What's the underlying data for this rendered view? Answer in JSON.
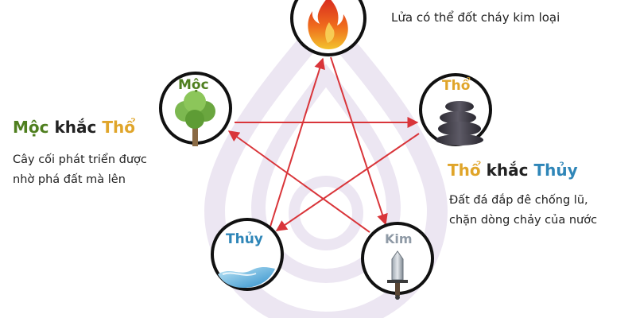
{
  "elements": [
    {
      "id": "fire",
      "label": "",
      "label_color": ""
    },
    {
      "id": "earth",
      "label": "Thổ",
      "label_color": "#e0a52a"
    },
    {
      "id": "metal",
      "label": "Kim",
      "label_color": "#8f9aa6"
    },
    {
      "id": "water",
      "label": "Thủy",
      "label_color": "#2f86b8"
    },
    {
      "id": "wood",
      "label": "Mộc",
      "label_color": "#4f7f1f"
    }
  ],
  "annotations": {
    "fire_metal": {
      "desc": "Lửa có thể đốt cháy kim loại"
    },
    "wood_earth": {
      "title_a": "Mộc",
      "title_mid": " khắc ",
      "title_b": "Thổ",
      "desc_1": "Cây cối phát triển được",
      "desc_2": "nhờ phá đất mà lên"
    },
    "earth_water": {
      "title_a": "Thổ",
      "title_mid": " khắc ",
      "title_b": "Thủy",
      "desc_1": "Đất đá đắp đê chống lũ,",
      "desc_2": "chặn dòng chảy của nước"
    }
  },
  "colors": {
    "arrow": "#d9353a",
    "circle_border": "#111111",
    "watermark": "#ebe4f1"
  },
  "icons": [
    "flame-icon",
    "stones-icon",
    "sword-icon",
    "wave-icon",
    "tree-icon"
  ]
}
